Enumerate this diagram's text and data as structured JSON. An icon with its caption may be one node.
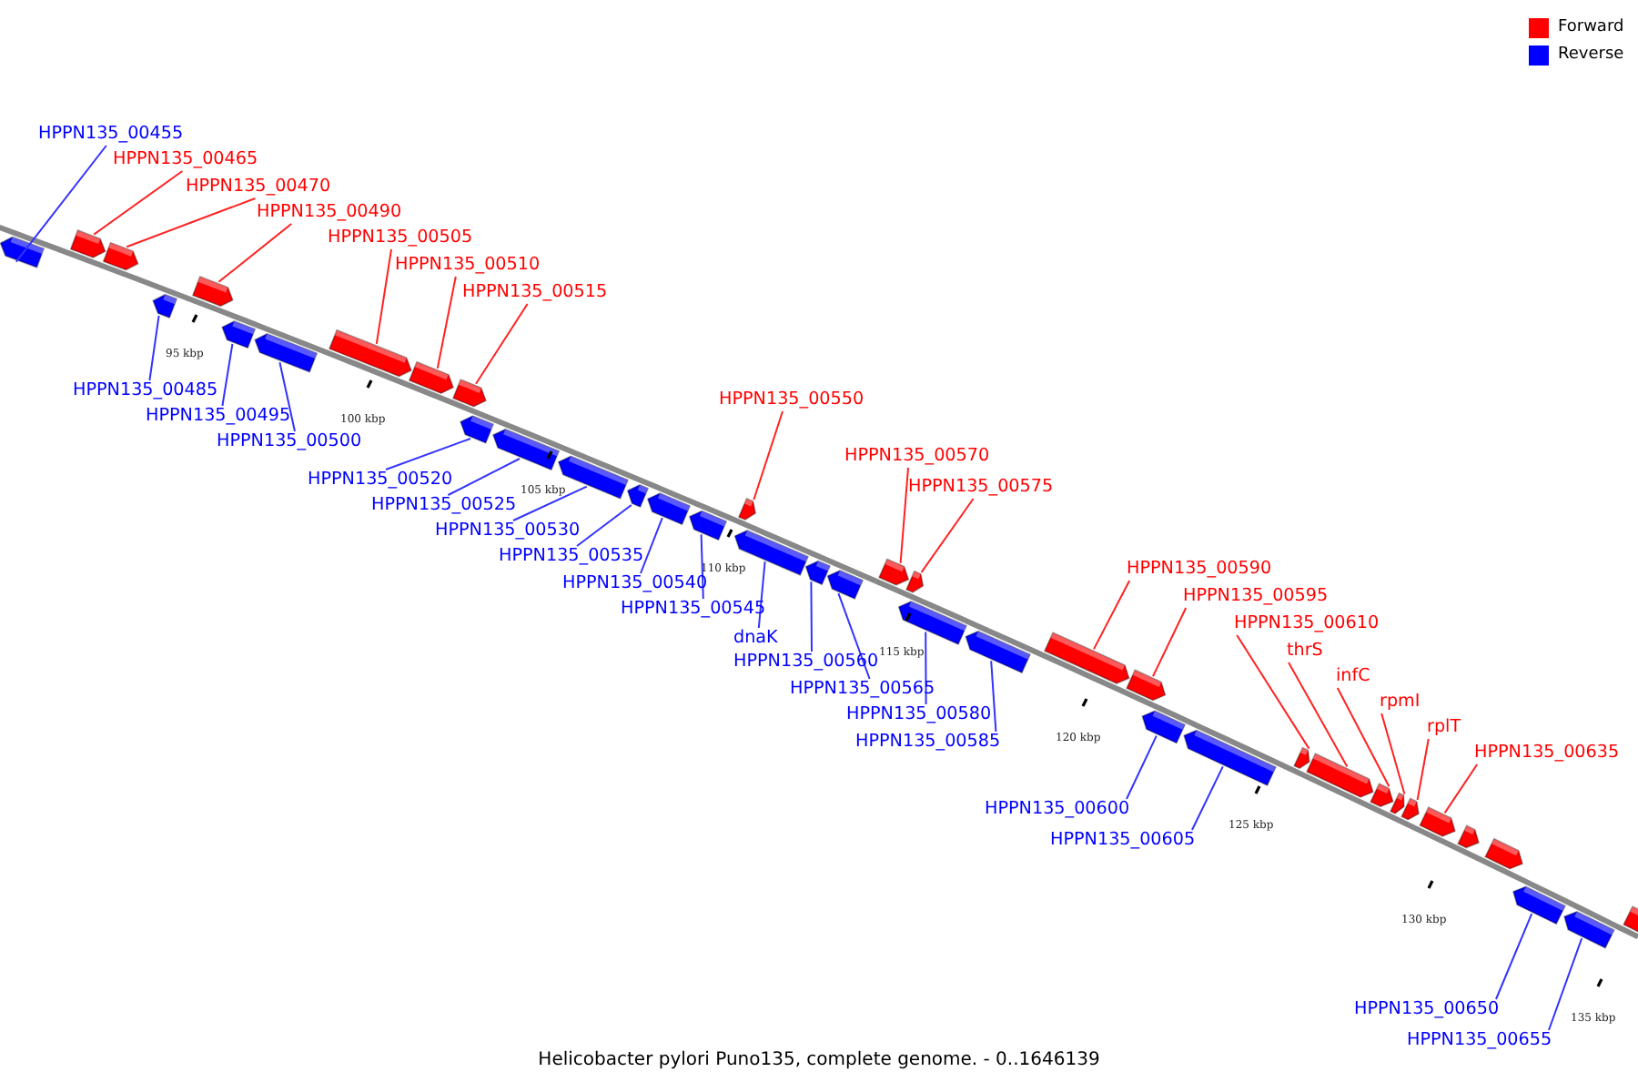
{
  "diagram": {
    "caption": "Helicobacter pylori Puno135, complete genome. - 0..1646139",
    "nodes": [
      {
        "text": [
          "HPPN135_00455"
        ]
      },
      {
        "text": [
          "HPPN135_00465"
        ]
      },
      {
        "text": [
          "HPPN135_00470"
        ]
      },
      {
        "text": [
          "HPPN135_00490"
        ]
      },
      {
        "text": [
          "HPPN135_00505"
        ]
      },
      {
        "text": [
          "HPPN135_00510"
        ]
      },
      {
        "text": [
          "HPPN135_00515"
        ]
      },
      {
        "text": [
          "HPPN135_00485"
        ]
      },
      {
        "text": [
          "HPPN135_00495"
        ]
      },
      {
        "text": [
          "HPPN135_00500"
        ]
      },
      {
        "text": [
          "HPPN135_00520"
        ]
      },
      {
        "text": [
          "HPPN135_00525"
        ]
      },
      {
        "text": [
          "HPPN135_00530"
        ]
      },
      {
        "text": [
          "HPPN135_00535"
        ]
      },
      {
        "text": [
          "HPPN135_00540"
        ]
      },
      {
        "text": [
          "HPPN135_00545"
        ]
      },
      {
        "text": [
          "dnaK"
        ]
      },
      {
        "text": [
          "HPPN135_00560"
        ]
      },
      {
        "text": [
          "HPPN135_00565"
        ]
      },
      {
        "text": [
          "HPPN135_00580"
        ]
      },
      {
        "text": [
          "HPPN135_00585"
        ]
      },
      {
        "text": [
          "HPPN135_00550"
        ]
      },
      {
        "text": [
          "HPPN135_00570"
        ]
      },
      {
        "text": [
          "HPPN135_00575"
        ]
      },
      {
        "text": [
          "HPPN135_00590"
        ]
      },
      {
        "text": [
          "HPPN135_00595"
        ]
      },
      {
        "text": [
          "HPPN135_00610"
        ]
      },
      {
        "text": [
          "thrS"
        ]
      },
      {
        "text": [
          "infC"
        ]
      },
      {
        "text": [
          "rpmI"
        ]
      },
      {
        "text": [
          "rplT"
        ]
      },
      {
        "text": [
          "HPPN135_00635"
        ]
      },
      {
        "text": [
          "HPPN135_00600"
        ]
      },
      {
        "text": [
          "HPPN135_00605"
        ]
      },
      {
        "text": [
          "HPPN135_00650"
        ]
      },
      {
        "text": [
          "HPPN135_00655"
        ]
      },
      {
        "text": [],
        "shape": "box"
      },
      {
        "text": [],
        "shape": "box"
      },
      {
        "text": [],
        "shape": "box"
      },
      {
        "text": [],
        "shape": "box"
      },
      {
        "text": [],
        "shape": "box"
      },
      {
        "text": [],
        "shape": "box"
      },
      {
        "text": [],
        "shape": "box"
      },
      {
        "text": [],
        "shape": "box"
      },
      {
        "text": [],
        "shape": "box"
      },
      {
        "text": [],
        "shape": "box"
      },
      {
        "text": [],
        "shape": "box"
      },
      {
        "text": [],
        "shape": "box"
      },
      {
        "text": [],
        "shape": "box"
      },
      {
        "text": [],
        "shape": "box"
      },
      {
        "text": [],
        "shape": "box"
      },
      {
        "text": [],
        "shape": "box"
      },
      {
        "text": [],
        "shape": "box"
      },
      {
        "text": [],
        "shape": "box"
      },
      {
        "text": [],
        "shape": "box"
      },
      {
        "text": [],
        "shape": "box"
      },
      {
        "text": [],
        "shape": "box"
      },
      {
        "text": [],
        "shape": "box"
      },
      {
        "text": [],
        "shape": "box"
      },
      {
        "text": [],
        "shape": "box"
      },
      {
        "text": [],
        "shape": "box"
      },
      {
        "text": [],
        "shape": "box"
      },
      {
        "text": [],
        "shape": "box"
      },
      {
        "text": [],
        "shape": "box"
      },
      {
        "text": [],
        "shape": "box"
      },
      {
        "text": [],
        "shape": "box"
      },
      {
        "text": [],
        "shape": "box"
      },
      {
        "text": [],
        "shape": "box"
      },
      {
        "text": [],
        "shape": "box"
      },
      {
        "text": [],
        "shape": "box"
      },
      {
        "text": [],
        "shape": "box"
      },
      {
        "text": [],
        "shape": "box"
      },
      {
        "text": [],
        "shape": "box"
      },
      {
        "text": [],
        "shape": "box"
      },
      {
        "text": [],
        "shape": "box"
      }
    ],
    "edges": [
      {
        "from": 0,
        "to": 36,
        "arrow": "none",
        "color": "#3333ff"
      },
      {
        "from": 1,
        "to": 37,
        "arrow": "none",
        "color": "#ff2222"
      },
      {
        "from": 2,
        "to": 38,
        "arrow": "none",
        "color": "#ff2222"
      },
      {
        "from": 3,
        "to": 40,
        "arrow": "none",
        "color": "#ff2222"
      },
      {
        "from": 4,
        "to": 43,
        "arrow": "none",
        "color": "#ff2222"
      },
      {
        "from": 5,
        "to": 44,
        "arrow": "none",
        "color": "#ff2222"
      },
      {
        "from": 6,
        "to": 45,
        "arrow": "none",
        "color": "#ff2222"
      },
      {
        "from": 7,
        "to": 39,
        "arrow": "none",
        "color": "#3333ff"
      },
      {
        "from": 8,
        "to": 41,
        "arrow": "none",
        "color": "#3333ff"
      },
      {
        "from": 9,
        "to": 42,
        "arrow": "none",
        "color": "#3333ff"
      },
      {
        "from": 10,
        "to": 46,
        "arrow": "none",
        "color": "#3333ff"
      },
      {
        "from": 11,
        "to": 47,
        "arrow": "none",
        "color": "#3333ff"
      },
      {
        "from": 12,
        "to": 48,
        "arrow": "none",
        "color": "#3333ff"
      },
      {
        "from": 13,
        "to": 49,
        "arrow": "none",
        "color": "#3333ff"
      },
      {
        "from": 14,
        "to": 50,
        "arrow": "none",
        "color": "#3333ff"
      },
      {
        "from": 15,
        "to": 51,
        "arrow": "none",
        "color": "#3333ff"
      },
      {
        "from": 16,
        "to": 53,
        "arrow": "none",
        "color": "#3333ff"
      },
      {
        "from": 17,
        "to": 54,
        "arrow": "none",
        "color": "#3333ff"
      },
      {
        "from": 18,
        "to": 55,
        "arrow": "none",
        "color": "#3333ff"
      },
      {
        "from": 19,
        "to": 58,
        "arrow": "none",
        "color": "#3333ff"
      },
      {
        "from": 20,
        "to": 59,
        "arrow": "none",
        "color": "#3333ff"
      },
      {
        "from": 21,
        "to": 52,
        "arrow": "none",
        "color": "#ff2222"
      },
      {
        "from": 22,
        "to": 56,
        "arrow": "none",
        "color": "#ff2222"
      },
      {
        "from": 23,
        "to": 57,
        "arrow": "none",
        "color": "#ff2222"
      },
      {
        "from": 24,
        "to": 60,
        "arrow": "none",
        "color": "#ff2222"
      },
      {
        "from": 25,
        "to": 61,
        "arrow": "none",
        "color": "#ff2222"
      },
      {
        "from": 26,
        "to": 64,
        "arrow": "none",
        "color": "#ff2222"
      },
      {
        "from": 27,
        "to": 65,
        "arrow": "none",
        "color": "#ff2222"
      },
      {
        "from": 28,
        "to": 66,
        "arrow": "none",
        "color": "#ff2222"
      },
      {
        "from": 29,
        "to": 67,
        "arrow": "none",
        "color": "#ff2222"
      },
      {
        "from": 30,
        "to": 68,
        "arrow": "none",
        "color": "#ff2222"
      },
      {
        "from": 31,
        "to": 69,
        "arrow": "none",
        "color": "#ff2222"
      },
      {
        "from": 32,
        "to": 62,
        "arrow": "none",
        "color": "#3333ff"
      },
      {
        "from": 33,
        "to": 63,
        "arrow": "none",
        "color": "#3333ff"
      },
      {
        "from": 34,
        "to": 72,
        "arrow": "none",
        "color": "#3333ff"
      },
      {
        "from": 35,
        "to": 73,
        "arrow": "none",
        "color": "#3333ff"
      }
    ],
    "labels": [
      "95 kbp",
      "100 kbp",
      "105 kbp",
      "110 kbp",
      "115 kbp",
      "120 kbp",
      "125 kbp",
      "130 kbp",
      "135 kbp"
    ],
    "legend": [
      {
        "text": "Forward",
        "color": "#ff0000"
      },
      {
        "text": "Reverse",
        "color": "#0000ff"
      }
    ]
  }
}
